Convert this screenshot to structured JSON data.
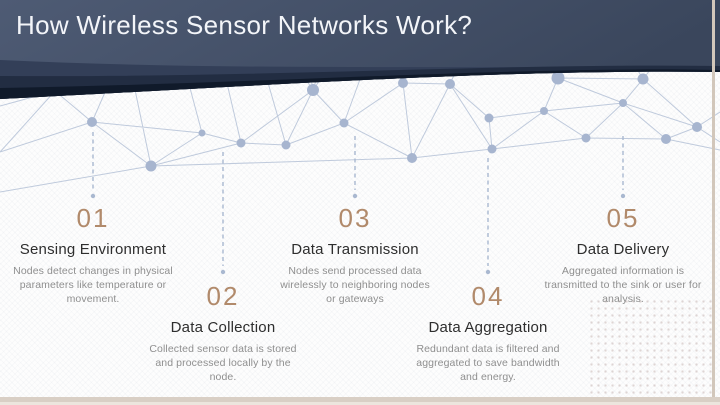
{
  "slide": {
    "title": "How Wireless Sensor Networks Work?"
  },
  "steps": [
    {
      "number": "01",
      "title": "Sensing Environment",
      "description": "Nodes detect changes in physical parameters like temperature or movement."
    },
    {
      "number": "02",
      "title": "Data Collection",
      "description": "Collected sensor data is stored and processed locally by the node."
    },
    {
      "number": "03",
      "title": "Data Transmission",
      "description": "Nodes send processed data wirelessly to neighboring nodes or gateways"
    },
    {
      "number": "04",
      "title": "Data Aggregation",
      "description": "Redundant data is filtered and aggregated to save bandwidth and energy."
    },
    {
      "number": "05",
      "title": "Data Delivery",
      "description": "Aggregated information is transmitted to the sink or user for analysis."
    }
  ],
  "colors": {
    "header_dark": "#46536b",
    "header_edge_dark": "#101a2a",
    "step_number_accent": "#b18a6b",
    "step_title_text": "#2e2e2e",
    "step_body_text": "#8f8f8f",
    "mesh_line": "#bfcadc",
    "mesh_node": "#a7b5cf",
    "frame_beige": "#d2c7bb"
  },
  "icons": {
    "mesh_graphic": "sensor-network-mesh",
    "connector": "dashed-drop-line"
  }
}
